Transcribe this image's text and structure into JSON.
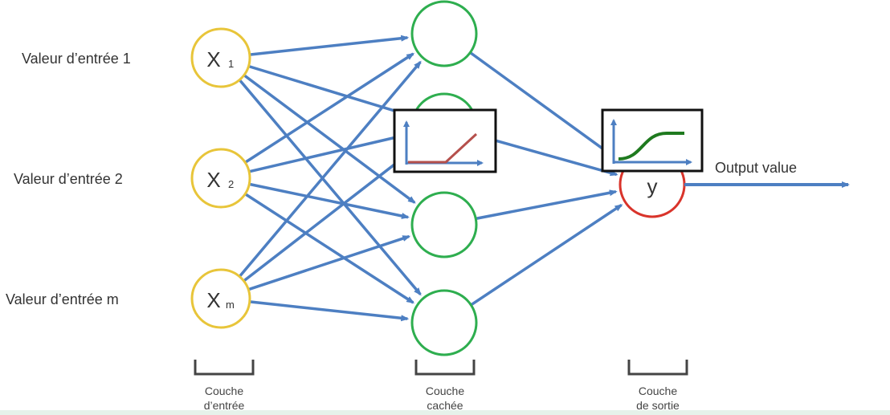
{
  "input_labels": [
    "Valeur d’entrée 1",
    "Valeur d’entrée 2",
    "Valeur d’entrée m"
  ],
  "input_nodes": [
    {
      "main": "X",
      "sub": "1"
    },
    {
      "main": "X",
      "sub": "2"
    },
    {
      "main": "X",
      "sub": "m"
    }
  ],
  "output_node": {
    "label": "y"
  },
  "output_value_label": "Output value",
  "layers": [
    {
      "line1": "Couche",
      "line2": "d’entrée"
    },
    {
      "line1": "Couche",
      "line2": "cachée"
    },
    {
      "line1": "Couche",
      "line2": "de sortie"
    }
  ],
  "activation_functions": [
    "relu",
    "sigmoid"
  ],
  "colors": {
    "input_node": "#e8c53a",
    "hidden_node": "#2eae4f",
    "output_node": "#d9342b",
    "connection": "#4d7fc2",
    "relu_curve": "#b5504c",
    "sigmoid_curve": "#1f7a1f",
    "text": "#333333"
  }
}
